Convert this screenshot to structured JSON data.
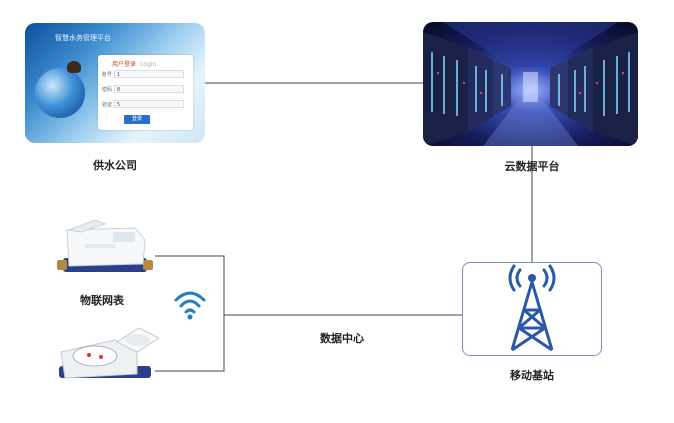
{
  "nodes": {
    "water_company": {
      "label": "供水公司",
      "login_panel": {
        "header_text": "智慧水务管理平台",
        "title": "用户登录",
        "title_en": "Login",
        "username_label": "账号",
        "username_value": "1",
        "password_label": "密码",
        "password_value": "8",
        "captcha_label": "验证",
        "captcha_value": "5",
        "submit_label": "登录"
      }
    },
    "cloud_platform": {
      "label": "云数据平台"
    },
    "iot_meter": {
      "label": "物联网表"
    },
    "data_center": {
      "label": "数据中心"
    },
    "base_station": {
      "label": "移动基站"
    }
  },
  "colors": {
    "line": "#4a4a4a",
    "accent_blue": "#2a5aa8",
    "tower_blue": "#2a57a8",
    "login_bg": "#6fb1e0"
  }
}
